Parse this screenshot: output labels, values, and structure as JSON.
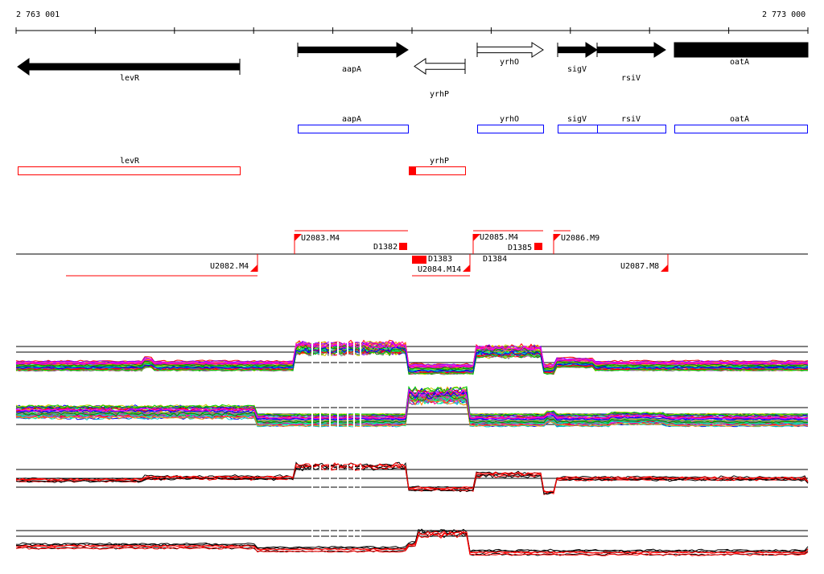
{
  "ruler": {
    "start_label": "2 763 001",
    "end_label": "2 773 000"
  },
  "genes": [
    {
      "name": "levR",
      "strand": "-",
      "fill": "#000000"
    },
    {
      "name": "aapA",
      "strand": "+",
      "fill": "#000000"
    },
    {
      "name": "yrhP",
      "strand": "-",
      "fill": "#ffffff"
    },
    {
      "name": "yrhO",
      "strand": "+",
      "fill": "#ffffff"
    },
    {
      "name": "sigV",
      "strand": "+",
      "fill": "#000000"
    },
    {
      "name": "rsiV",
      "strand": "+",
      "fill": "#000000"
    },
    {
      "name": "oatA",
      "strand": "+",
      "fill": "#000000"
    }
  ],
  "forward_boxes": [
    "aapA",
    "yrhO",
    "sigV",
    "rsiV",
    "oatA"
  ],
  "reverse_boxes": [
    "levR",
    "yrhP"
  ],
  "features": {
    "upper": [
      "U2083.M4",
      "D1382",
      "U2085.M4",
      "D1385",
      "U2086.M9"
    ],
    "lower": [
      "U2082.M4",
      "D1383",
      "D1384",
      "U2084.M14",
      "U2087.M8"
    ]
  },
  "colors": {
    "forward": "#0000ff",
    "reverse": "#ff0000",
    "feature": "#ff0000"
  }
}
